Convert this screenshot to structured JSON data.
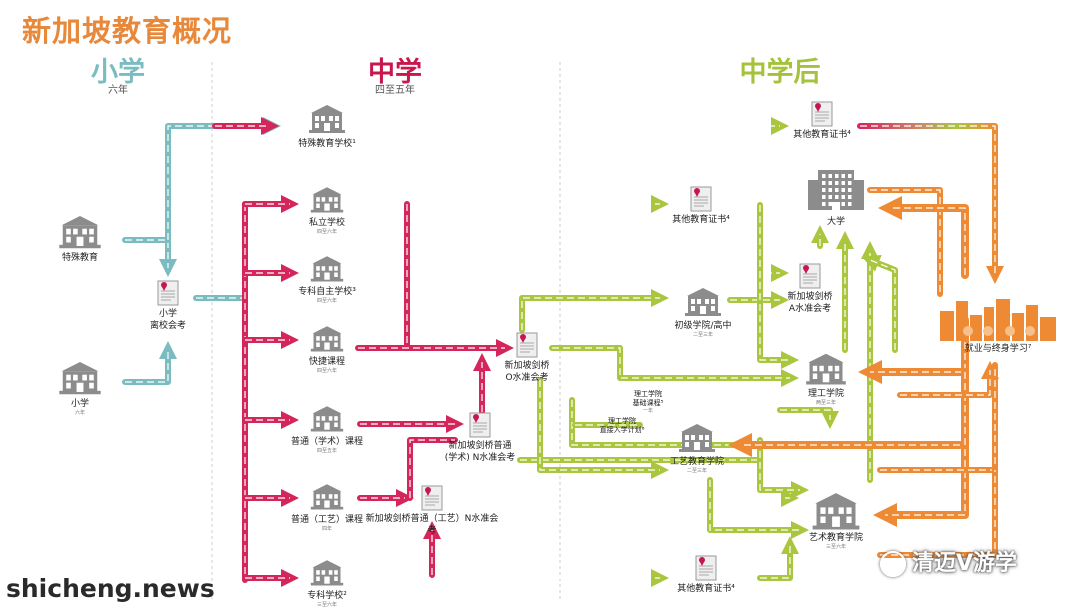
{
  "title": "新加坡教育概况",
  "columns": [
    {
      "key": "primary",
      "heading": "小学",
      "sub": "六年",
      "color": "#7bbcc1"
    },
    {
      "key": "secondary",
      "heading": "中学",
      "sub": "四至五年",
      "color": "#c8174d"
    },
    {
      "key": "post",
      "heading": "中学后",
      "sub": "",
      "color": "#a4c23b"
    }
  ],
  "colors": {
    "title": "#e8883b",
    "primary": "#7bbcc1",
    "secondary": "#d4265a",
    "post": "#a9c63e",
    "employment": "#ee8a33",
    "icon": "#8c8c8c",
    "cert_ribbon": "#c8174d"
  },
  "nodes": {
    "special_edu": {
      "label": "特殊教育",
      "sub": ""
    },
    "primary_school": {
      "label": "小学",
      "sub": "六年"
    },
    "psle": {
      "label": "小学\n离校会考",
      "sub": ""
    },
    "special_school": {
      "label": "特殊教育学校¹",
      "sub": ""
    },
    "private_school": {
      "label": "私立学校",
      "sub": "四至六年"
    },
    "specialised_indep": {
      "label": "专科自主学校³",
      "sub": "四至六年"
    },
    "express": {
      "label": "快捷课程",
      "sub": "四至六年"
    },
    "normal_academic": {
      "label": "普通（学术）课程",
      "sub": "四至五年"
    },
    "normal_technical": {
      "label": "普通（工艺）课程",
      "sub": "四年"
    },
    "specialised_school": {
      "label": "专科学校²",
      "sub": "三至六年"
    },
    "n_level_acad": {
      "label": "新加坡剑桥普通\n(学术) N水准会考",
      "sub": ""
    },
    "n_level_tech": {
      "label": "新加坡剑桥普通（工艺）N水准会考",
      "sub": ""
    },
    "o_level": {
      "label": "新加坡剑桥\nO水准会考",
      "sub": ""
    },
    "other_cert_top": {
      "label": "其他教育证书⁴",
      "sub": ""
    },
    "other_cert_mid": {
      "label": "其他教育证书⁴",
      "sub": ""
    },
    "other_cert_bottom": {
      "label": "其他教育证书⁴",
      "sub": ""
    },
    "jc": {
      "label": "初级学院/高中",
      "sub": "二至三年"
    },
    "a_level": {
      "label": "新加坡剑桥\nA水准会考",
      "sub": ""
    },
    "university": {
      "label": "大学",
      "sub": ""
    },
    "poly_foundation": {
      "label": "理工学院\n基础课程⁵",
      "sub": "一年"
    },
    "poly_dpp": {
      "label": "理工学院\n直接入学计划⁶",
      "sub": ""
    },
    "polytechnic": {
      "label": "理工学院",
      "sub": "两至三年"
    },
    "ite": {
      "label": "工艺教育学院",
      "sub": "二至三年"
    },
    "arts": {
      "label": "艺术教育学院",
      "sub": "三至六年"
    },
    "employment": {
      "label": "就业与终身学习⁷",
      "sub": ""
    }
  },
  "watermark": "shicheng.news",
  "wechat": "清迈V游学"
}
